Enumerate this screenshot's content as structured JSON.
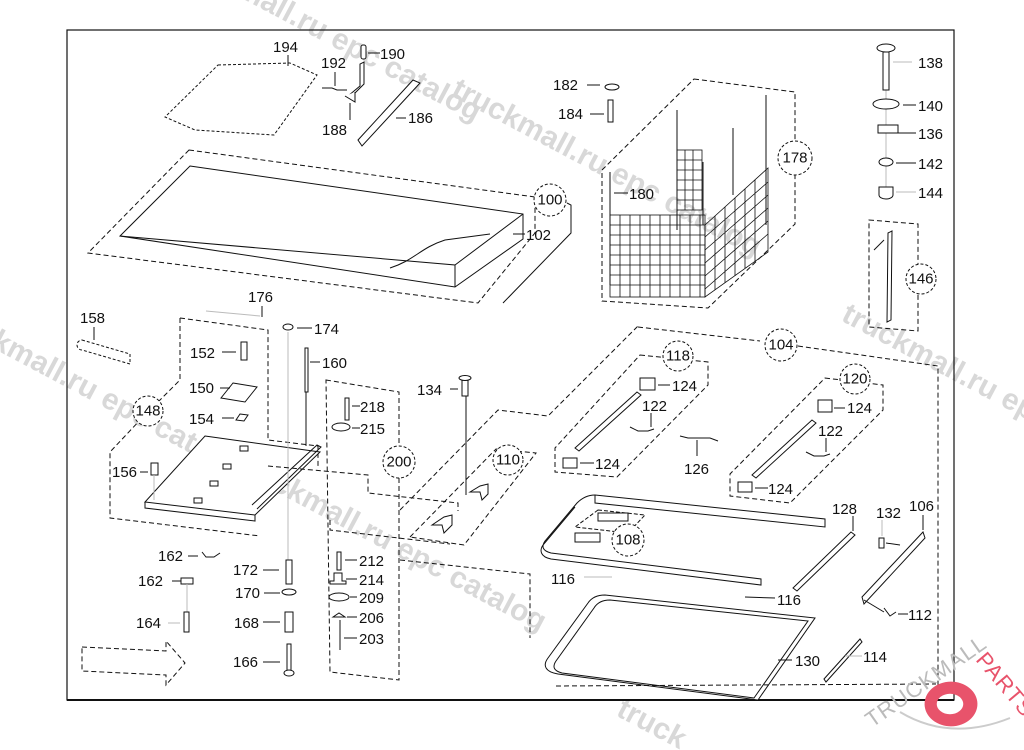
{
  "diagram": {
    "title": "Sleeper cab bunk / roof hatch exploded parts diagram",
    "callouts": {
      "c100": "100",
      "c102": "102",
      "c104": "104",
      "c106": "106",
      "c108": "108",
      "c110": "110",
      "c112": "112",
      "c114": "114",
      "c116a": "116",
      "c116b": "116",
      "c118": "118",
      "c120": "120",
      "c122a": "122",
      "c122b": "122",
      "c124a": "124",
      "c124b": "124",
      "c124c": "124",
      "c124d": "124",
      "c126": "126",
      "c128": "128",
      "c130": "130",
      "c132": "132",
      "c134": "134",
      "c136": "136",
      "c138": "138",
      "c140": "140",
      "c142": "142",
      "c144": "144",
      "c146": "146",
      "c148": "148",
      "c150": "150",
      "c152": "152",
      "c154": "154",
      "c156": "156",
      "c158": "158",
      "c160": "160",
      "c162a": "162",
      "c162b": "162",
      "c164": "164",
      "c166": "166",
      "c168": "168",
      "c170": "170",
      "c172": "172",
      "c174": "174",
      "c176": "176",
      "c178": "178",
      "c180": "180",
      "c182": "182",
      "c184": "184",
      "c186": "186",
      "c188": "188",
      "c190": "190",
      "c192": "192",
      "c194": "194",
      "c200": "200",
      "c203": "203",
      "c206": "206",
      "c209": "209",
      "c212": "212",
      "c214": "214",
      "c215": "215",
      "c218": "218"
    }
  },
  "watermarks": {
    "w1": "truckmall.ru epc catalog",
    "w2": "truckmall.ru epc catalog",
    "w3": "truckmall.ru epc catalog",
    "w4": "truckmall.ru epc catalog",
    "w5": "truckmall.ru epc catalog"
  },
  "brand": {
    "name_part1": "TRUCKMALL",
    "name_part2": "PARTS",
    "accent_color": "#e8536b"
  }
}
